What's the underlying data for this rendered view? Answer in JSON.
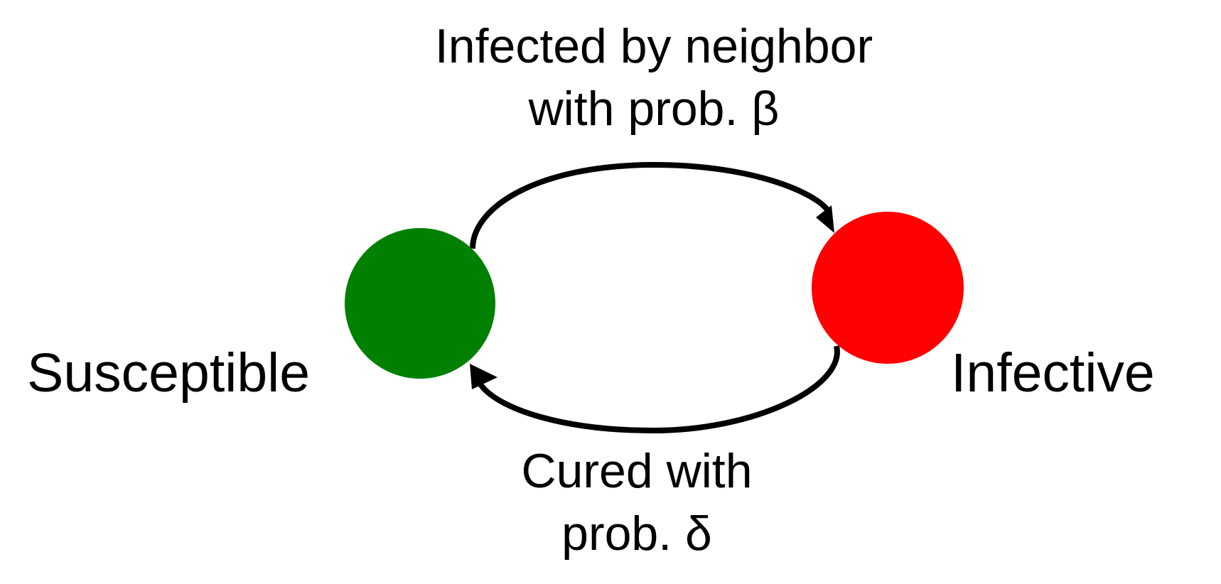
{
  "states": {
    "susceptible": {
      "label": "Susceptible",
      "color": "#008000"
    },
    "infective": {
      "label": "Infective",
      "color": "#ff0000"
    }
  },
  "transitions": {
    "infection": {
      "line1": "Infected by neighbor",
      "line2": "with prob. β"
    },
    "cure": {
      "line1": "Cured with",
      "line2": "prob. δ"
    }
  },
  "arrow_color": "#000000"
}
